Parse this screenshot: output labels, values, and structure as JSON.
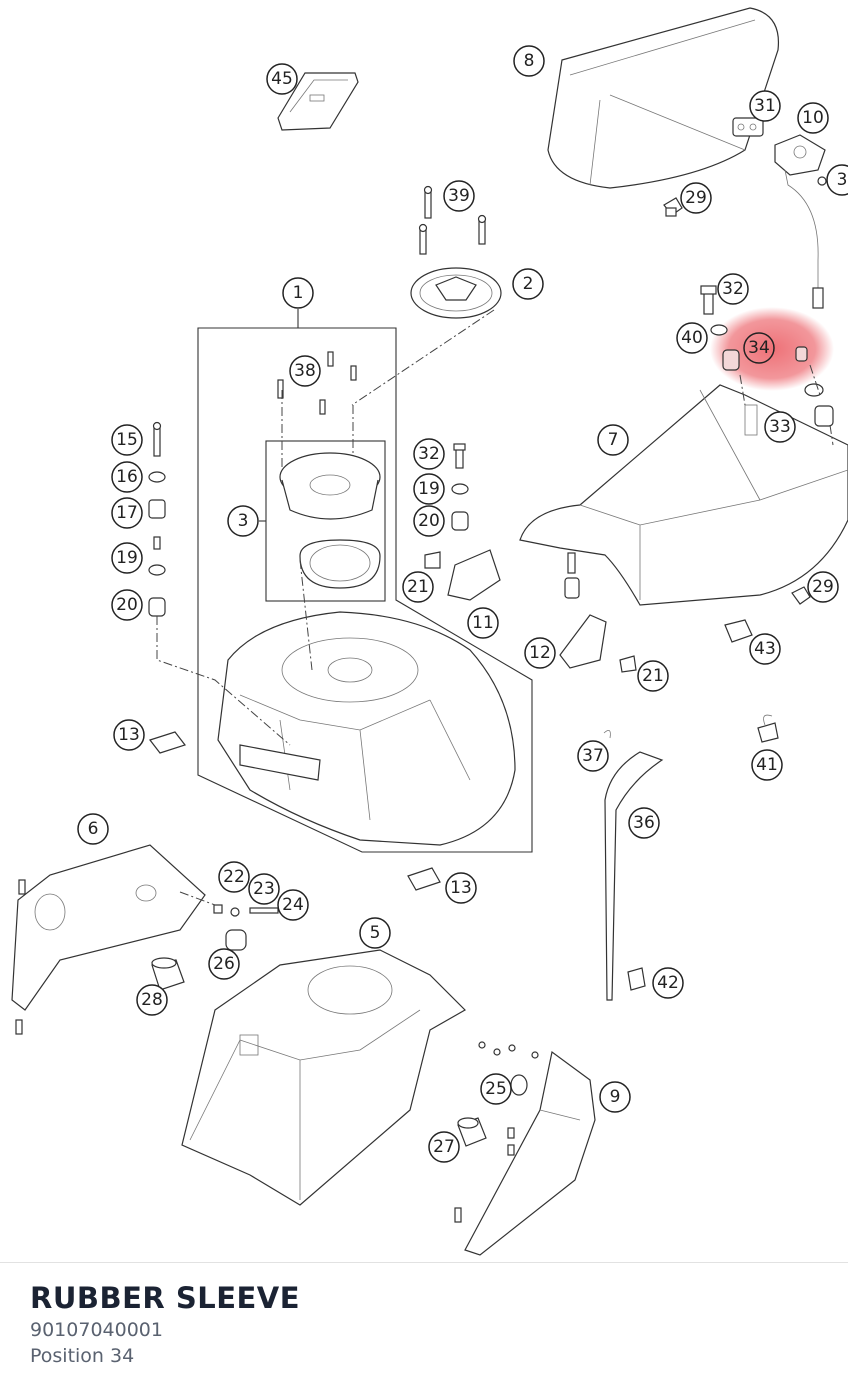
{
  "diagram": {
    "callouts": [
      "1",
      "2",
      "3",
      "5",
      "6",
      "7",
      "8",
      "9",
      "10",
      "11",
      "12",
      "13",
      "13",
      "15",
      "16",
      "17",
      "19",
      "19",
      "20",
      "20",
      "21",
      "21",
      "22",
      "23",
      "24",
      "25",
      "26",
      "27",
      "28",
      "29",
      "29",
      "31",
      "32",
      "32",
      "33",
      "34",
      "36",
      "37",
      "38",
      "39",
      "40",
      "41",
      "42",
      "43",
      "45",
      "3"
    ],
    "highlighted_callout": "34",
    "highlight_color": "#e8424a"
  },
  "part": {
    "title": "RUBBER SLEEVE",
    "number": "90107040001",
    "position": "Position 34"
  }
}
